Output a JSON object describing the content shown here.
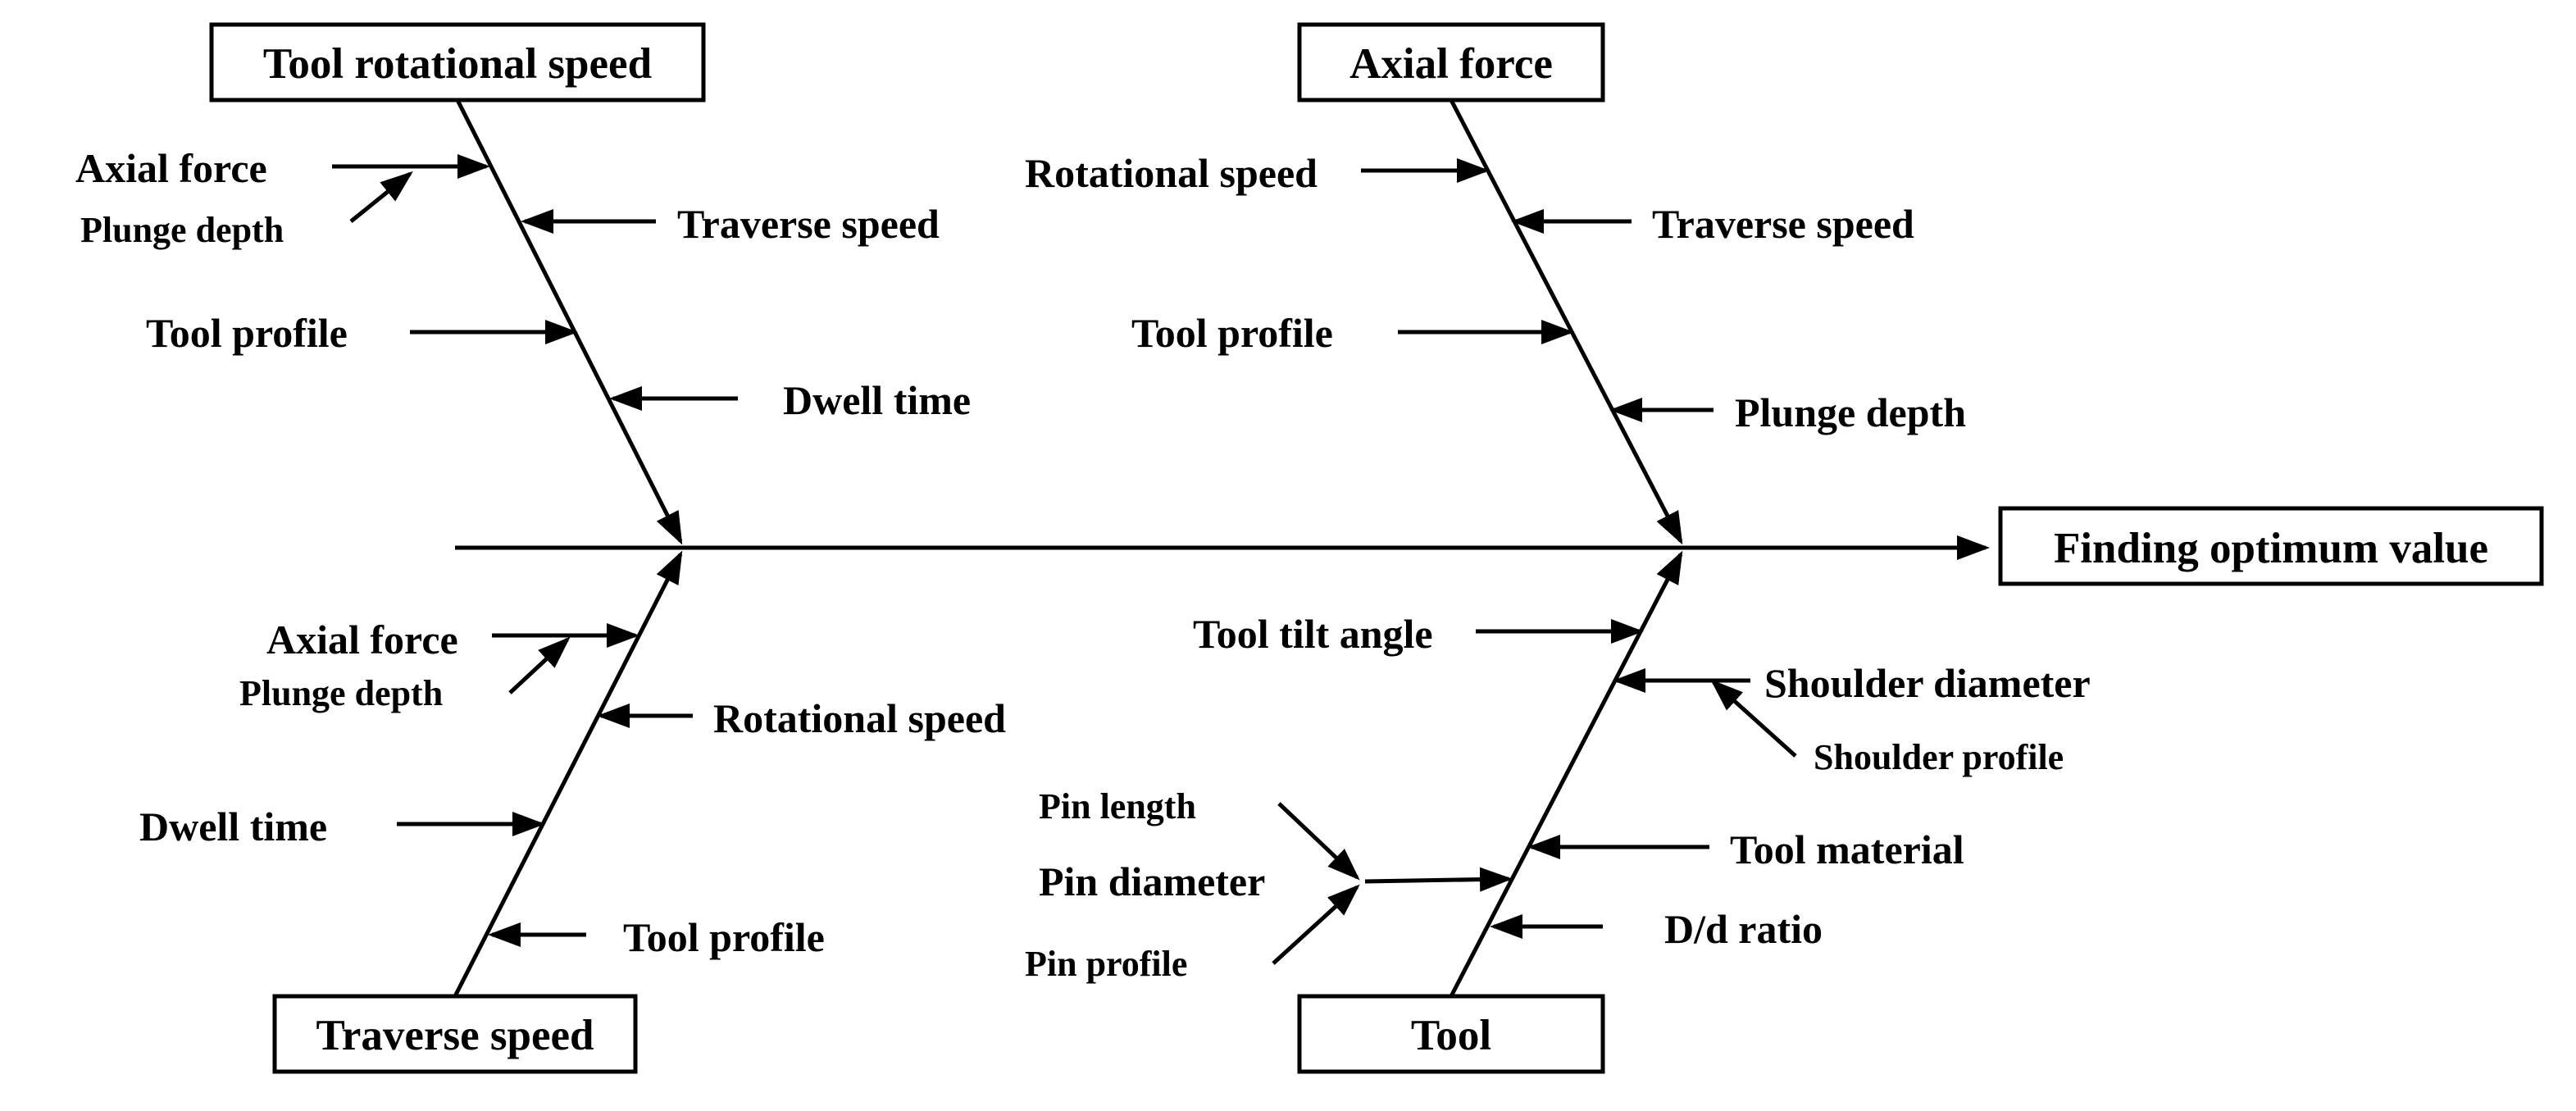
{
  "effect": "Finding optimum value",
  "categories": {
    "tool_rotational_speed": {
      "title": "Tool rotational speed",
      "causes": [
        "Axial force",
        "Plunge depth",
        "Traverse speed",
        "Tool profile",
        "Dwell time"
      ]
    },
    "axial_force": {
      "title": "Axial force",
      "causes": [
        "Rotational speed",
        "Traverse speed",
        "Tool profile",
        "Plunge depth"
      ]
    },
    "traverse_speed": {
      "title": "Traverse speed",
      "causes": [
        "Axial force",
        "Plunge depth",
        "Rotational speed",
        "Dwell time",
        "Tool profile"
      ]
    },
    "tool": {
      "title": "Tool",
      "causes": [
        "Tool tilt angle",
        "Shoulder diameter",
        "Shoulder profile",
        "Pin length",
        "Pin diameter",
        "Pin profile",
        "Tool material",
        "D/d ratio"
      ]
    }
  }
}
